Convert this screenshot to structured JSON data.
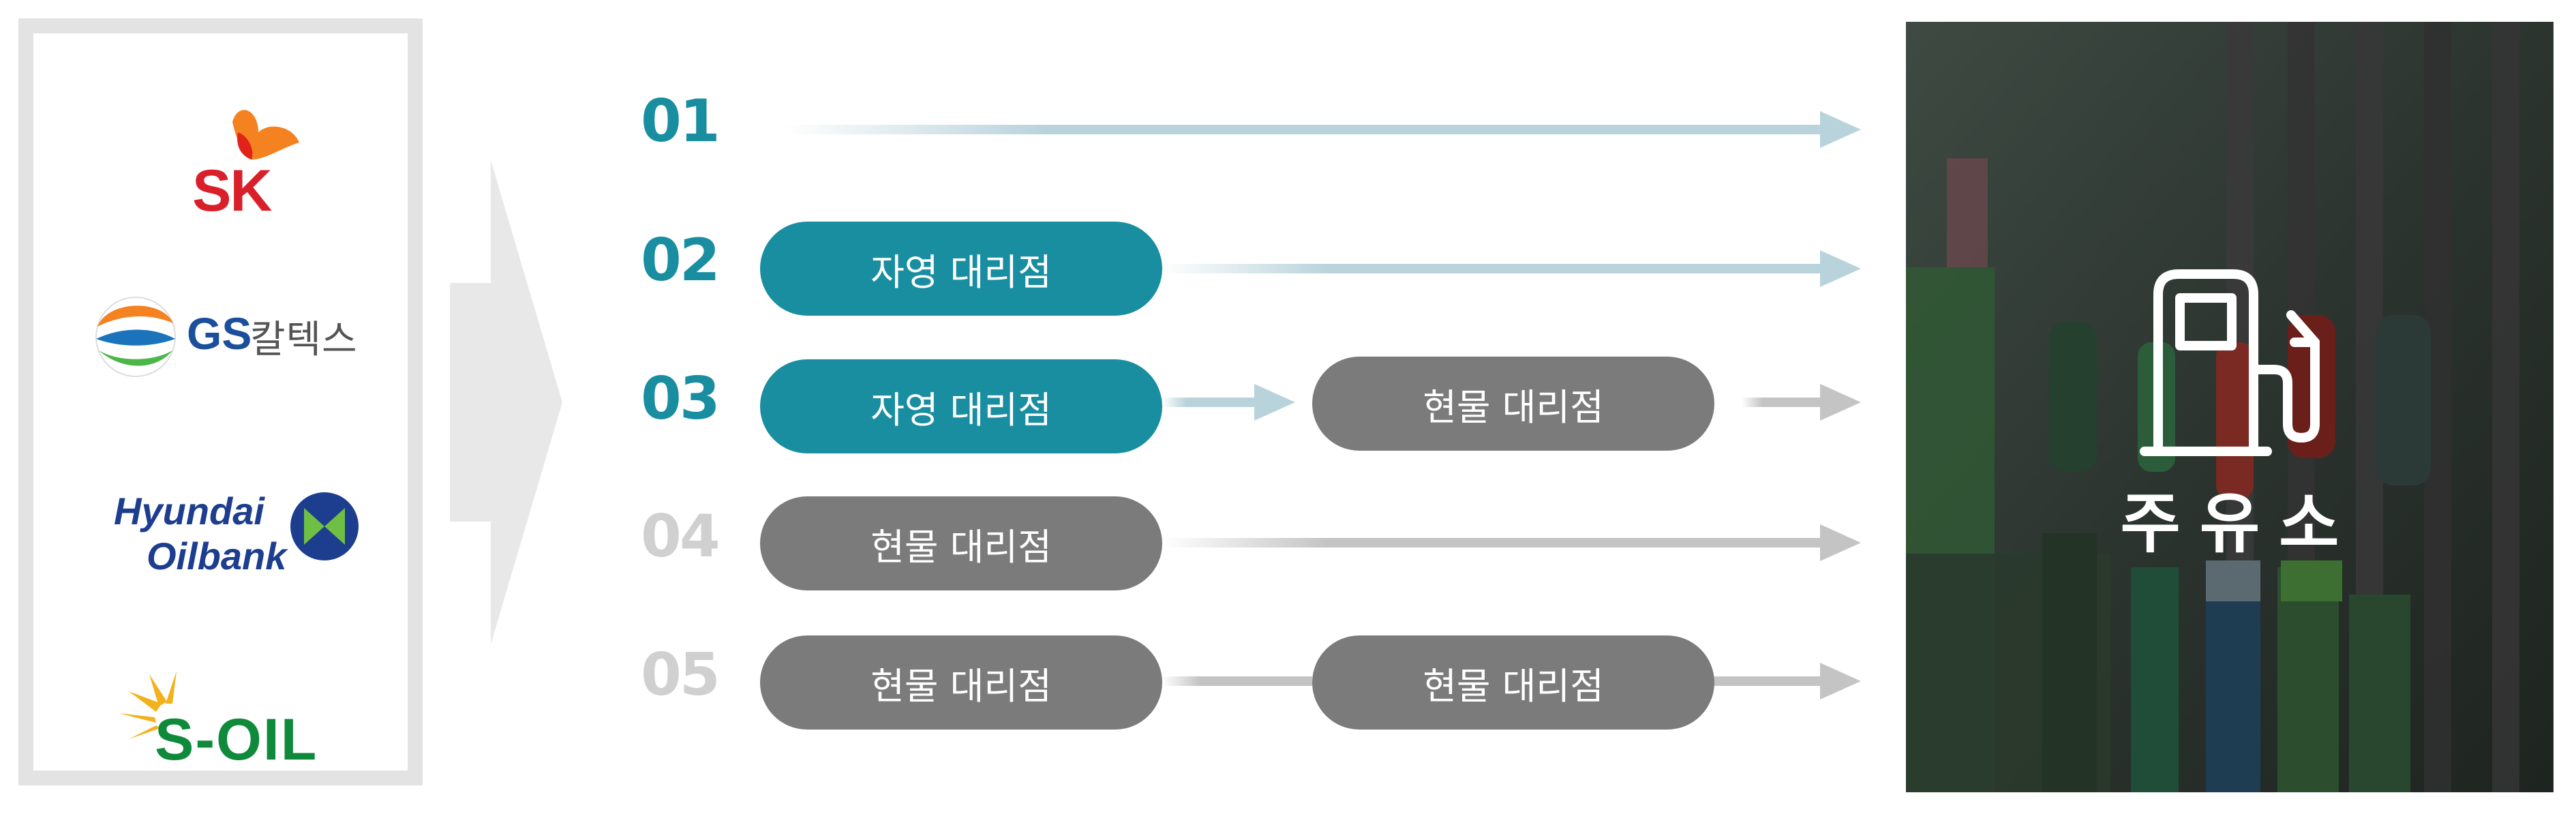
{
  "companies": {
    "sk": {
      "label": "SK"
    },
    "gs": {
      "label": "GS",
      "label_suffix": "칼텍스"
    },
    "hyundai": {
      "line1": "Hyundai",
      "line2": "Oilbank"
    },
    "soil": {
      "label": "S-OIL"
    }
  },
  "rows": [
    {
      "number": "01",
      "number_color": "#1a8ea1",
      "stages": []
    },
    {
      "number": "02",
      "number_color": "#1a8ea1",
      "stages": [
        "자영 대리점"
      ]
    },
    {
      "number": "03",
      "number_color": "#1a8ea1",
      "stages": [
        "자영 대리점",
        "현물 대리점"
      ]
    },
    {
      "number": "04",
      "number_color": "#d0d0d0",
      "stages": [
        "현물 대리점"
      ]
    },
    {
      "number": "05",
      "number_color": "#d0d0d0",
      "stages": [
        "현물 대리점",
        "현물 대리점"
      ]
    }
  ],
  "destination": {
    "label": "주유소",
    "icon": "fuel-pump-icon"
  },
  "colors": {
    "teal": "#1a8ea1",
    "grey_pill": "#7b7b7b",
    "arrow_blue": "#b9d3dc",
    "arrow_grey": "#c4c4c4",
    "panel_border": "#e3e3e3"
  }
}
